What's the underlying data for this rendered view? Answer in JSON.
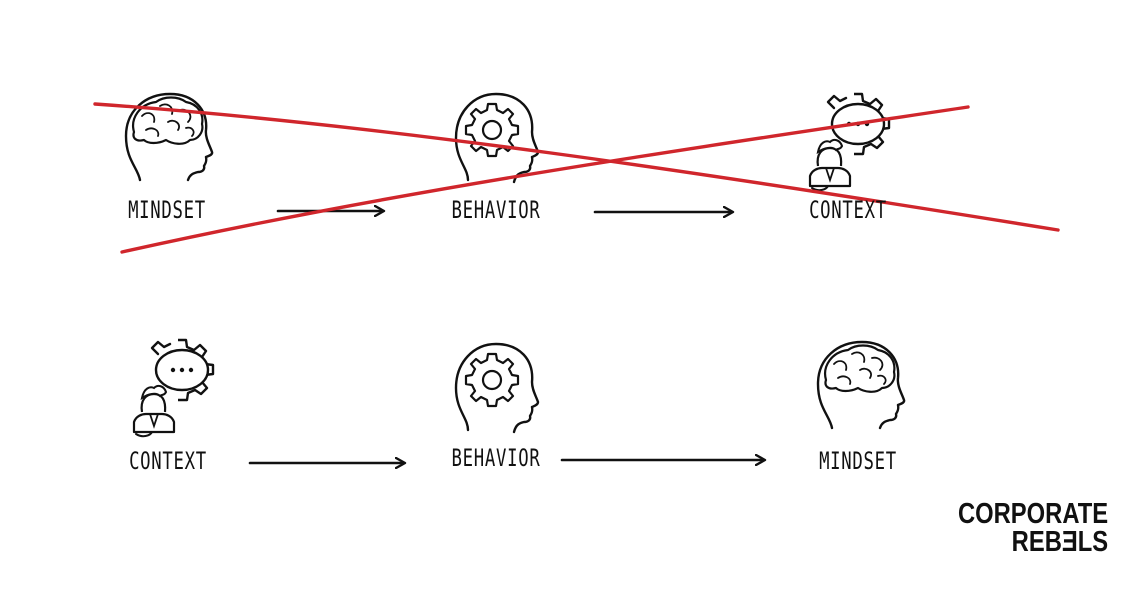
{
  "diagram": {
    "rows": [
      {
        "crossed_out": true,
        "nodes": [
          {
            "label": "MINDSET",
            "icon": "brain-head-icon"
          },
          {
            "label": "BEHAVIOR",
            "icon": "gear-head-icon"
          },
          {
            "label": "CONTEXT",
            "icon": "person-gear-speech-icon"
          }
        ]
      },
      {
        "crossed_out": false,
        "nodes": [
          {
            "label": "CONTEXT",
            "icon": "person-gear-speech-icon"
          },
          {
            "label": "BEHAVIOR",
            "icon": "gear-head-icon"
          },
          {
            "label": "MINDSET",
            "icon": "brain-head-icon"
          }
        ]
      }
    ]
  },
  "logo": {
    "line1": "CORPORATE",
    "line2": "REBƎLS"
  },
  "colors": {
    "ink": "#111111",
    "cross": "#d0262c",
    "background": "#ffffff"
  }
}
